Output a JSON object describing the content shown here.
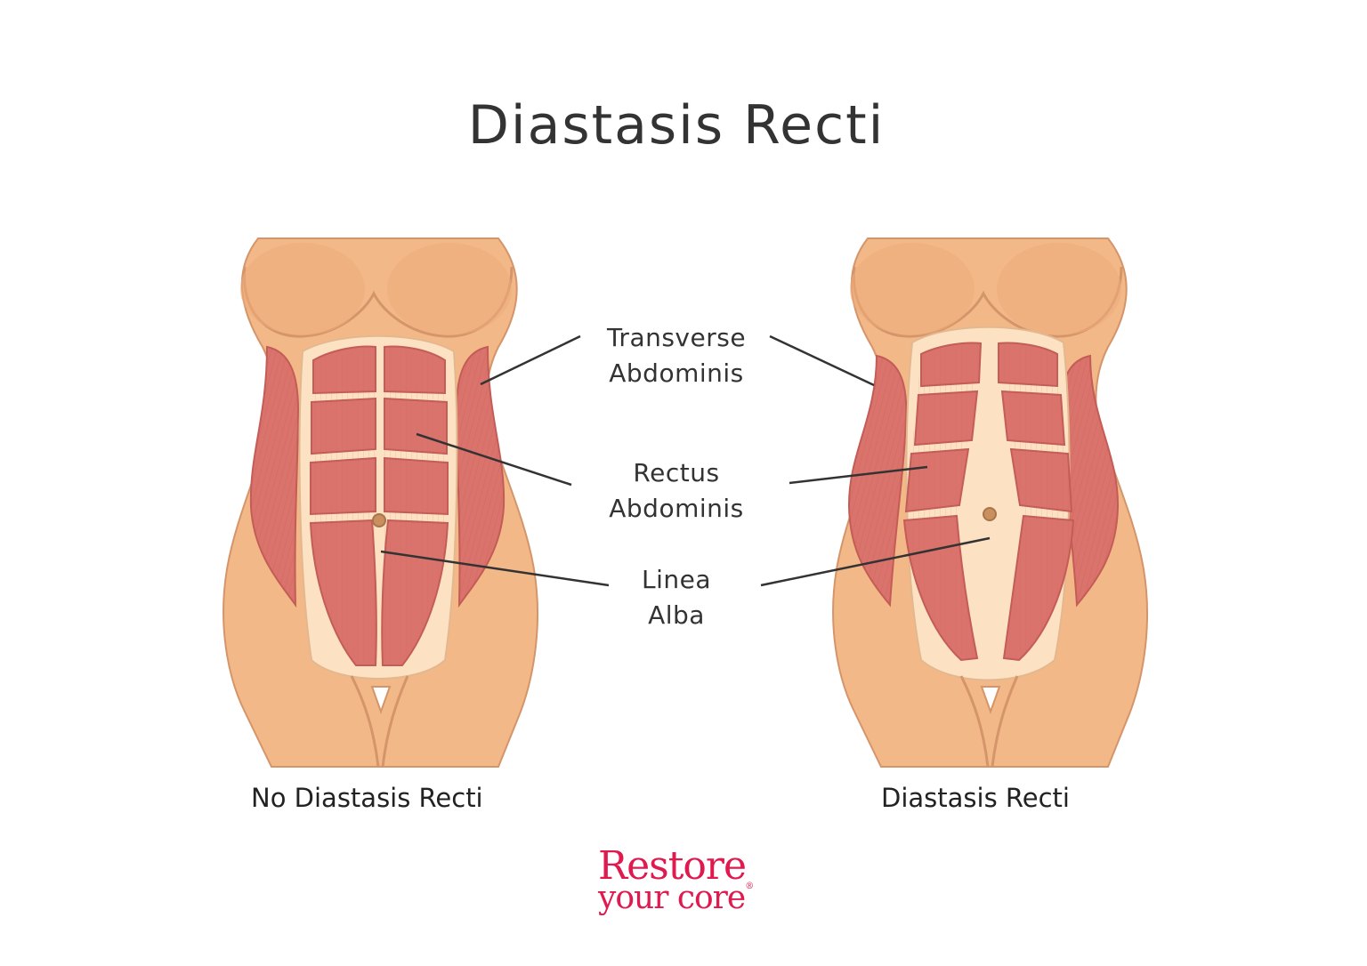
{
  "title": "Diastasis Recti",
  "labels": {
    "transverse": [
      "Transverse",
      "Abdominis"
    ],
    "rectus": [
      "Rectus",
      "Abdominis"
    ],
    "linea": [
      "Linea",
      "Alba"
    ]
  },
  "captions": {
    "left": "No Diastasis Recti",
    "right": "Diastasis Recti"
  },
  "logo": {
    "line1": "Restore",
    "line2": "your core",
    "mark": "®"
  },
  "colors": {
    "skin": "#f3b887",
    "skin_shade": "#e8a57a",
    "skin_light": "#fce2c2",
    "muscle": "#d9736b",
    "muscle_dark": "#c45c57",
    "outline": "#d4956a",
    "brand": "#e0194f"
  }
}
